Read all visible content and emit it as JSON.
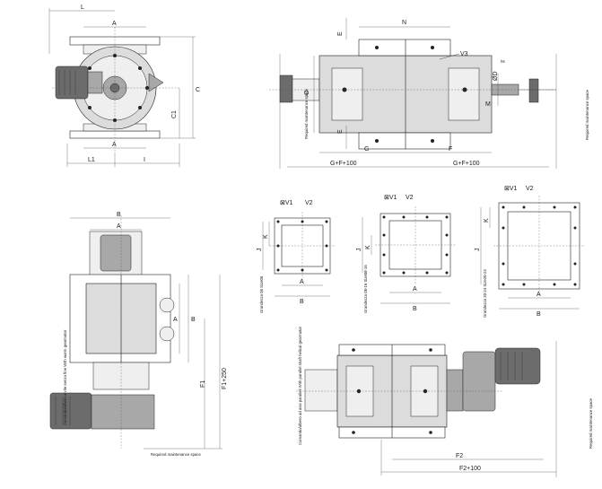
{
  "labels": {
    "L": "L",
    "A": "A",
    "B": "B",
    "C": "C",
    "C1": "C1",
    "L1": "L1",
    "I": "I",
    "E": "E",
    "N": "N",
    "V1": "V1",
    "V2": "V2",
    "V3": "V3",
    "O": "O",
    "D": "ØD",
    "h6": "h6",
    "M": "M",
    "G": "G",
    "F": "F",
    "GF100": "G+F+100",
    "J": "J",
    "K": "K",
    "F1": "F1",
    "F1_250": "F1+250",
    "F2": "F2",
    "F2_100": "F2+100",
    "V1_sym": "⊠V1"
  },
  "notes": {
    "maintenance": "Required maintenance space",
    "worm_geared": "Comando/albero a vite senza fine With worm gearmotor",
    "parallel_shaft": "Comando/albero ad assi paralleli With parallel shaft helical gearmotor"
  },
  "sizes": {
    "size06": "Grandezza 06 Size06",
    "size0816": "Grandezza 08-16 Size08-16",
    "size2024": "Grandezza 20-24 Size20-24"
  },
  "icons": [
    "bolt-icon",
    "gearmotor-icon",
    "shaft-icon",
    "flange-icon"
  ]
}
